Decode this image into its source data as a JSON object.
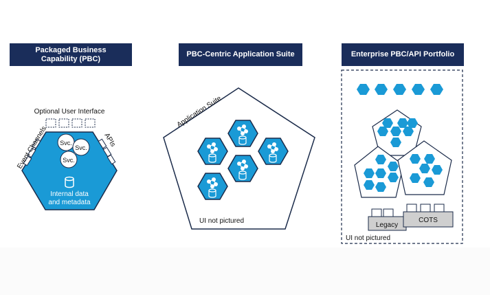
{
  "headers": {
    "pbc": [
      "Packaged Business",
      "Capability (PBC)"
    ],
    "suite": "PBC-Centric Application Suite",
    "portfolio": "Enterprise PBC/API Portfolio"
  },
  "pbc": {
    "optional_ui_label": "Optional User Interface",
    "event_channels_label": "Event Channels",
    "apis_label": "APIs",
    "service_labels": [
      "Svc.",
      "Svc.",
      "Svc."
    ],
    "data_label": [
      "Internal data",
      "and metadata"
    ]
  },
  "suite": {
    "application_suite_label": "Application Suite",
    "ui_note": "UI not pictured"
  },
  "portfolio": {
    "legacy_label": "Legacy",
    "cots_label": "COTS",
    "ui_note": "UI not pictured"
  },
  "colors": {
    "navy": "#1a2d5a",
    "blue": "#1a9ad6",
    "border": "#1b2b4a"
  }
}
